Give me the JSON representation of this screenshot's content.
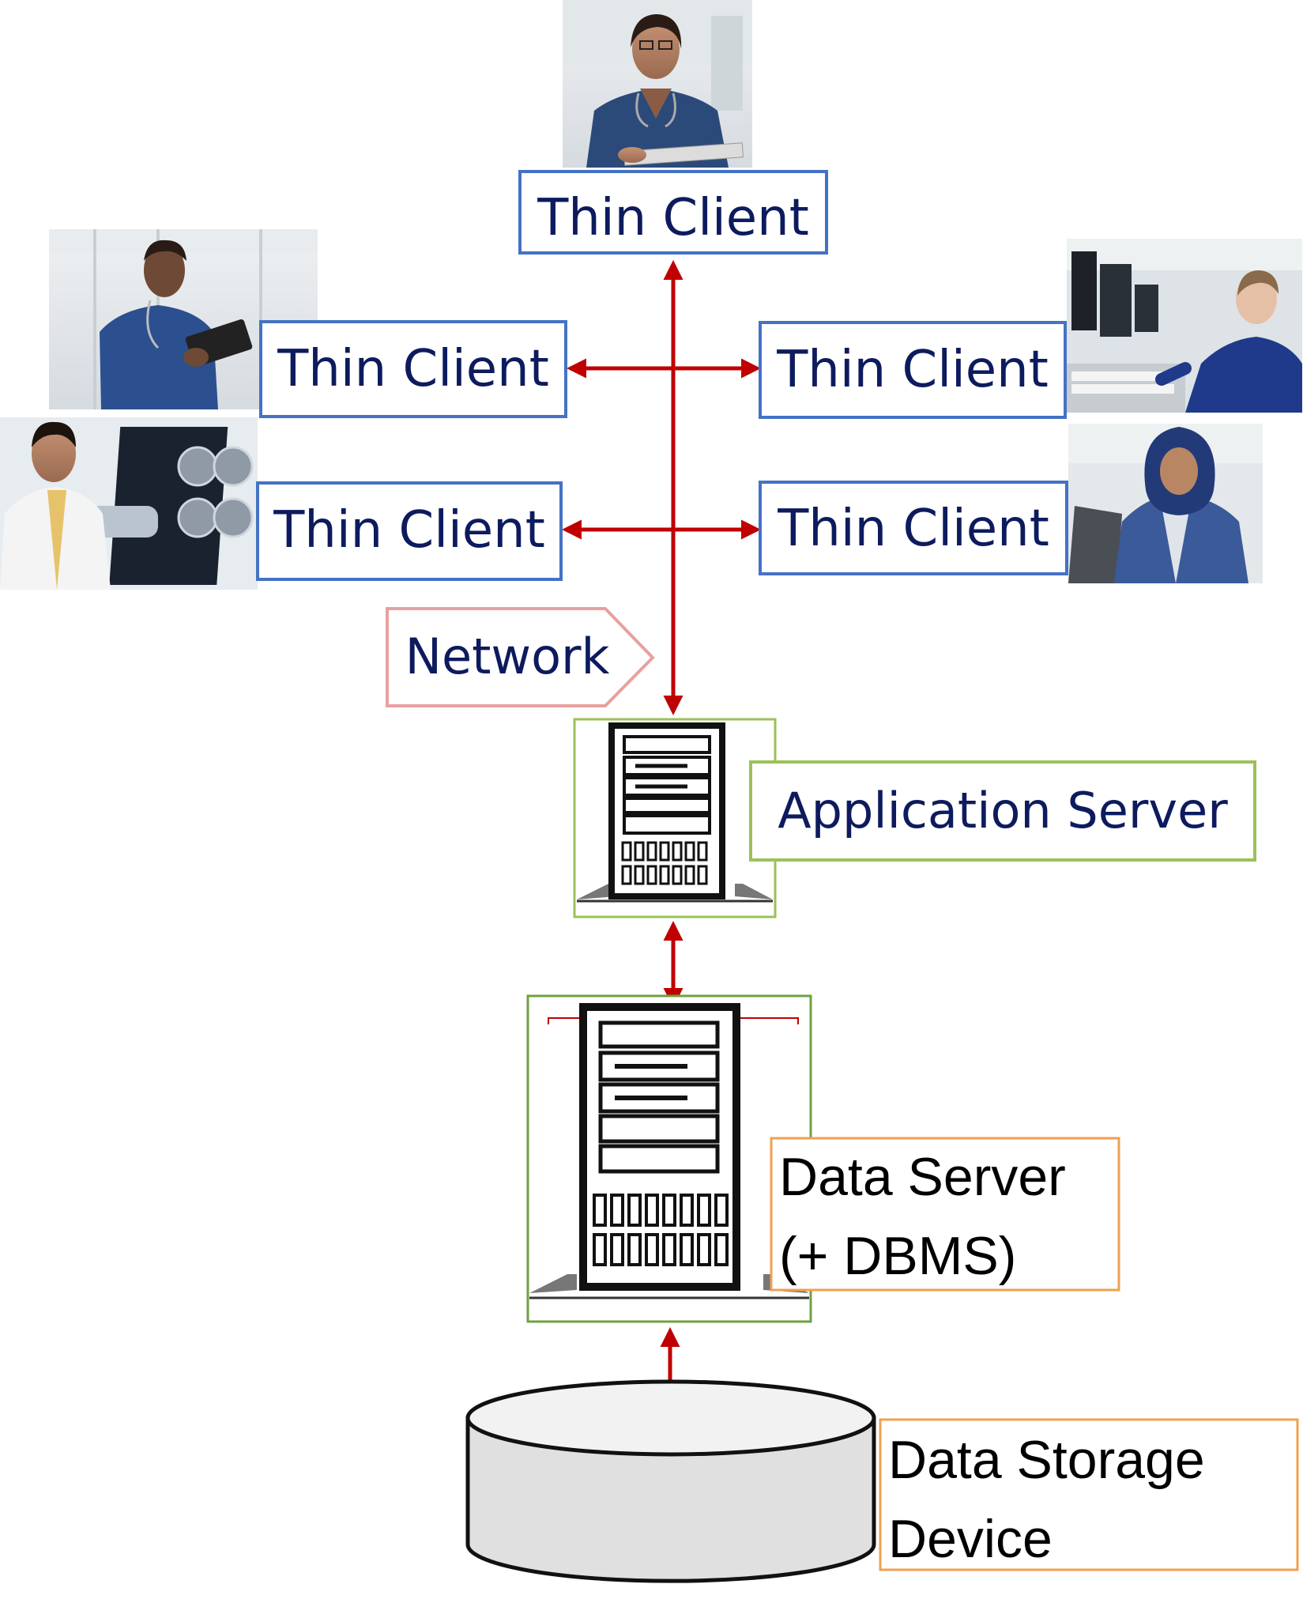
{
  "diagram": {
    "thin_client_label": "Thin Client",
    "network_label": "Network",
    "application_server_label": "Application Server",
    "data_server_label_line1": "Data Server",
    "data_server_label_line2": "(+ DBMS)",
    "data_storage_label_line1": "Data Storage",
    "data_storage_label_line2": "Device"
  },
  "colors": {
    "client_box_border": "#4472c4",
    "client_text": "#0d1b5e",
    "arrow": "#c00000",
    "network_border": "#e8a0a0",
    "app_server_border": "#9bc15a",
    "server_frame_border": "#70a040",
    "data_label_border": "#f0a050",
    "cylinder_fill": "#e0e0e0"
  }
}
